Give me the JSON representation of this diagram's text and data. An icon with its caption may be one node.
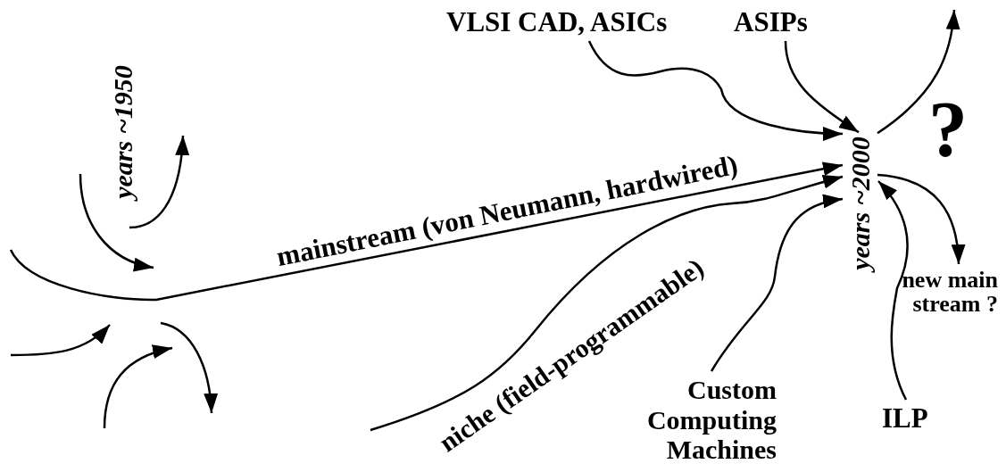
{
  "diagram": {
    "nodes": [
      {
        "text": [
          "years ~1950"
        ]
      },
      {
        "text": [
          "years ~2000"
        ]
      },
      {
        "text": [
          "VLSI CAD, ASICs"
        ]
      },
      {
        "text": [
          "ASIPs"
        ]
      },
      {
        "text": [
          "?"
        ]
      },
      {
        "text": [
          "Custom Computing Machines"
        ]
      },
      {
        "text": [
          "ILP"
        ]
      },
      {
        "text": [
          "new main stream ?"
        ]
      }
    ],
    "edges": [
      {
        "from": null,
        "to": 1,
        "arrow": "to",
        "label": "mainstream (von Neumann, hardwired)"
      },
      {
        "from": null,
        "to": 1,
        "arrow": "to",
        "label": "niche (field-programmable)"
      },
      {
        "from": 2,
        "to": 1,
        "arrow": "to"
      },
      {
        "from": 3,
        "to": 1,
        "arrow": "to"
      },
      {
        "from": 5,
        "to": 1,
        "arrow": "to"
      },
      {
        "from": 6,
        "to": 1,
        "arrow": "to"
      },
      {
        "from": 1,
        "to": null,
        "arrow": "to"
      },
      {
        "from": 1,
        "to": 7,
        "arrow": "to"
      }
    ]
  }
}
